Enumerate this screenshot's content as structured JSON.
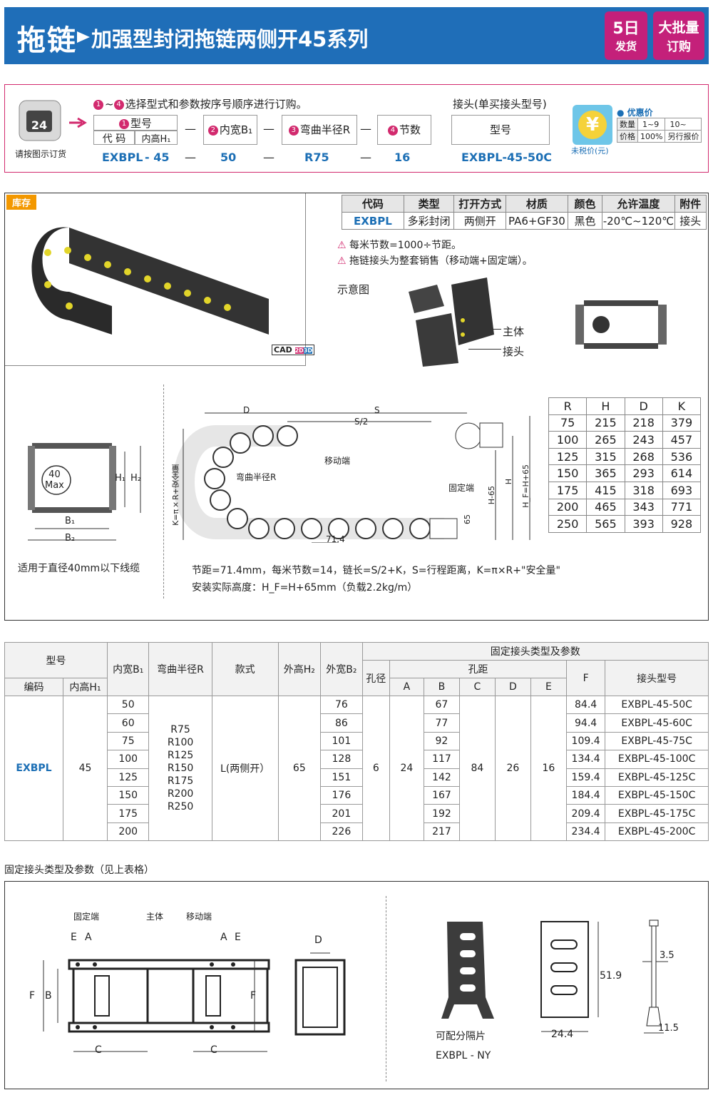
{
  "header": {
    "title": "拖链",
    "subtitle": "加强型封闭拖链两侧开45系列",
    "badge1_top": "5日",
    "badge1_bottom": "发货",
    "badge2_top": "大批量",
    "badge2_bottom": "订购"
  },
  "order": {
    "icon_caption": "请按图示订货",
    "instruction": "选择型式和参数按序号顺序进行订购。",
    "instruction_nums": [
      "1",
      "4"
    ],
    "step1_label": "型号",
    "step1_sub1": "代 码",
    "step1_sub2": "内高H₁",
    "step2_label": "内宽B₁",
    "step3_label": "弯曲半径R",
    "step4_label": "节数",
    "value1": "EXBPL",
    "value2": "- 45",
    "value3": "50",
    "value4": "R75",
    "value5": "16",
    "dash": "—",
    "connector_title": "接头(单买接头型号)",
    "connector_label": "型号",
    "connector_value": "EXBPL-45-50C",
    "price_caption": "未税价(元)",
    "discount_title": "优惠价",
    "qty_label": "数量",
    "qty1": "1~9",
    "qty2": "10~",
    "price_label": "价格",
    "price1": "100%",
    "price2": "另行报价"
  },
  "product": {
    "stock_tag": "库存",
    "cad_label": "CAD",
    "cad_2d": "2D",
    "cad_3d": "3D",
    "spec_headers": [
      "代码",
      "类型",
      "打开方式",
      "材质",
      "颜色",
      "允许温度",
      "附件"
    ],
    "spec_values": [
      "EXBPL",
      "多彩封闭",
      "两侧开",
      "PA6+GF30",
      "黑色",
      "-20℃~120℃",
      "接头"
    ],
    "note1": "每米节数=1000÷节距。",
    "note2": "拖链接头为整套销售（移动端+固定端）。",
    "diagram_title": "示意图",
    "label_body": "主体",
    "label_joint": "接头",
    "cable_note": "适用于直径40mm以下线缆",
    "max_label": "40",
    "max_label2": "Max",
    "dim_B1": "B₁",
    "dim_B2": "B₂",
    "dim_H1": "H₁",
    "dim_H2": "H₂",
    "dim_D": "D",
    "dim_S": "S",
    "dim_S2": "S/2",
    "dim_K": "K=π×R+安全量",
    "dim_radius": "弯曲半径R",
    "dim_moving": "移动端",
    "dim_fixed": "固定端",
    "dim_H65": "H-65",
    "dim_H": "H",
    "dim_HF": "H_F=H+65",
    "dim_65": "65",
    "dim_pitch": "71.4",
    "pitch_note": "节距=71.4mm，每米节数=14，链长=S/2+K，S=行程距离，K=π×R+\"安全量\"",
    "height_note": "安装实际高度：H_F=H+65mm（负载2.2kg/m）",
    "rh_headers": [
      "R",
      "H",
      "D",
      "K"
    ],
    "rh_rows": [
      [
        "75",
        "215",
        "218",
        "379"
      ],
      [
        "100",
        "265",
        "243",
        "457"
      ],
      [
        "125",
        "315",
        "268",
        "536"
      ],
      [
        "150",
        "365",
        "293",
        "614"
      ],
      [
        "175",
        "415",
        "318",
        "693"
      ],
      [
        "200",
        "465",
        "343",
        "771"
      ],
      [
        "250",
        "565",
        "393",
        "928"
      ]
    ]
  },
  "main_table": {
    "h_model": "型号",
    "h_code": "编码",
    "h_inner_h": "内高H₁",
    "h_inner_w": "内宽B₁",
    "h_radius": "弯曲半径R",
    "h_style": "款式",
    "h_outer_h": "外高H₂",
    "h_outer_w": "外宽B₂",
    "h_fixed": "固定接头类型及参数",
    "h_hole": "孔径",
    "h_pitch": "孔距",
    "h_A": "A",
    "h_B": "B",
    "h_C": "C",
    "h_D": "D",
    "h_E": "E",
    "h_F": "F",
    "h_joint": "接头型号",
    "code": "EXBPL",
    "inner_h": "45",
    "radii": "R75\nR100\nR125\nR150\nR175\nR200\nR250",
    "style": "L(两侧开）",
    "outer_h": "65",
    "hole": "6",
    "A": "24",
    "C": "84",
    "D": "26",
    "E": "16",
    "rows": [
      {
        "b1": "50",
        "b2": "76",
        "b": "67",
        "f": "84.4",
        "joint": "EXBPL-45-50C"
      },
      {
        "b1": "60",
        "b2": "86",
        "b": "77",
        "f": "94.4",
        "joint": "EXBPL-45-60C"
      },
      {
        "b1": "75",
        "b2": "101",
        "b": "92",
        "f": "109.4",
        "joint": "EXBPL-45-75C"
      },
      {
        "b1": "100",
        "b2": "128",
        "b": "117",
        "f": "134.4",
        "joint": "EXBPL-45-100C"
      },
      {
        "b1": "125",
        "b2": "151",
        "b": "142",
        "f": "159.4",
        "joint": "EXBPL-45-125C"
      },
      {
        "b1": "150",
        "b2": "176",
        "b": "167",
        "f": "184.4",
        "joint": "EXBPL-45-150C"
      },
      {
        "b1": "175",
        "b2": "201",
        "b": "192",
        "f": "209.4",
        "joint": "EXBPL-45-175C"
      },
      {
        "b1": "200",
        "b2": "226",
        "b": "217",
        "f": "234.4",
        "joint": "EXBPL-45-200C"
      }
    ]
  },
  "bottom": {
    "section_title": "固定接头类型及参数（见上表格）",
    "label_fixed": "固定端",
    "label_body": "主体",
    "label_moving": "移动端",
    "dim_E": "E",
    "dim_A": "A",
    "dim_F": "F",
    "dim_B": "B",
    "dim_C": "C",
    "dim_D": "D",
    "divider_caption": "可配分隔片",
    "divider_code": "EXBPL - NY",
    "dim_519": "51.9",
    "dim_244": "24.4",
    "dim_35": "3.5",
    "dim_115": "11.5"
  }
}
